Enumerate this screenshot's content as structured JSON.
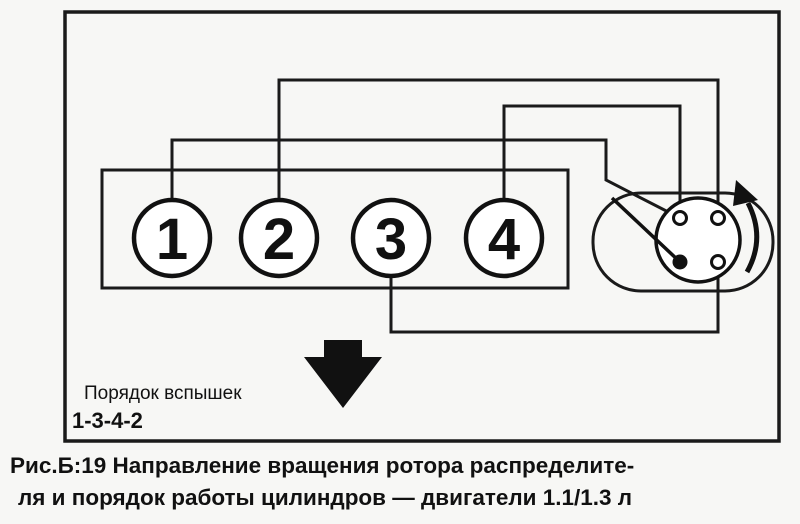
{
  "cylinders": [
    {
      "number": "1"
    },
    {
      "number": "2"
    },
    {
      "number": "3"
    },
    {
      "number": "4"
    }
  ],
  "firing_order": {
    "label": "Порядок вспышек",
    "sequence": "1-3-4-2"
  },
  "caption": {
    "line1": "Рис.Б:19 Направление вращения ротора распределите-",
    "line2": "ля и порядок работы цилиндров — двигатели 1.1/1.3 л"
  }
}
